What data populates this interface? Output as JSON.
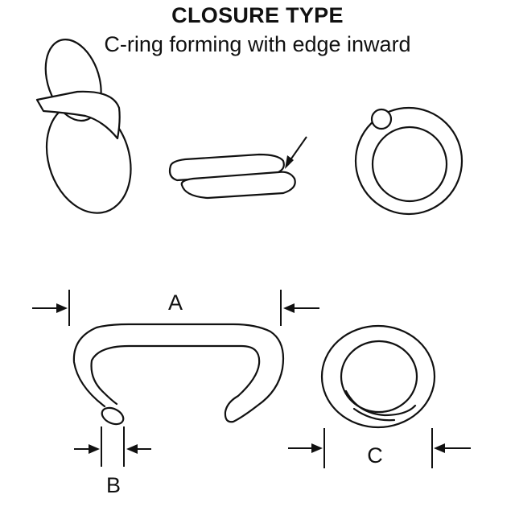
{
  "header": {
    "title": "CLOSURE TYPE",
    "subtitle": "C-ring forming with edge inward"
  },
  "dimensions": {
    "a": "A",
    "b": "B",
    "c": "C"
  },
  "colors": {
    "line": "#111111",
    "background": "#ffffff"
  }
}
